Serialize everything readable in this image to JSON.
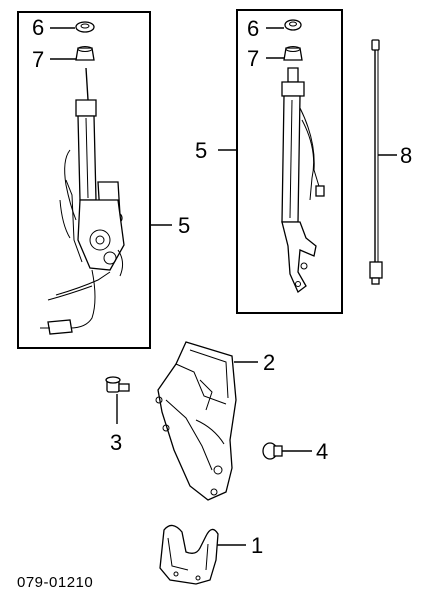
{
  "diagram_code": "079-01210",
  "callouts": {
    "left_6": "6",
    "left_7": "7",
    "left_5": "5",
    "right_6": "6",
    "right_7": "7",
    "right_5": "5",
    "rod_8": "8",
    "shield_2": "2",
    "clip_3": "3",
    "nut_4": "4",
    "flap_1": "1"
  }
}
